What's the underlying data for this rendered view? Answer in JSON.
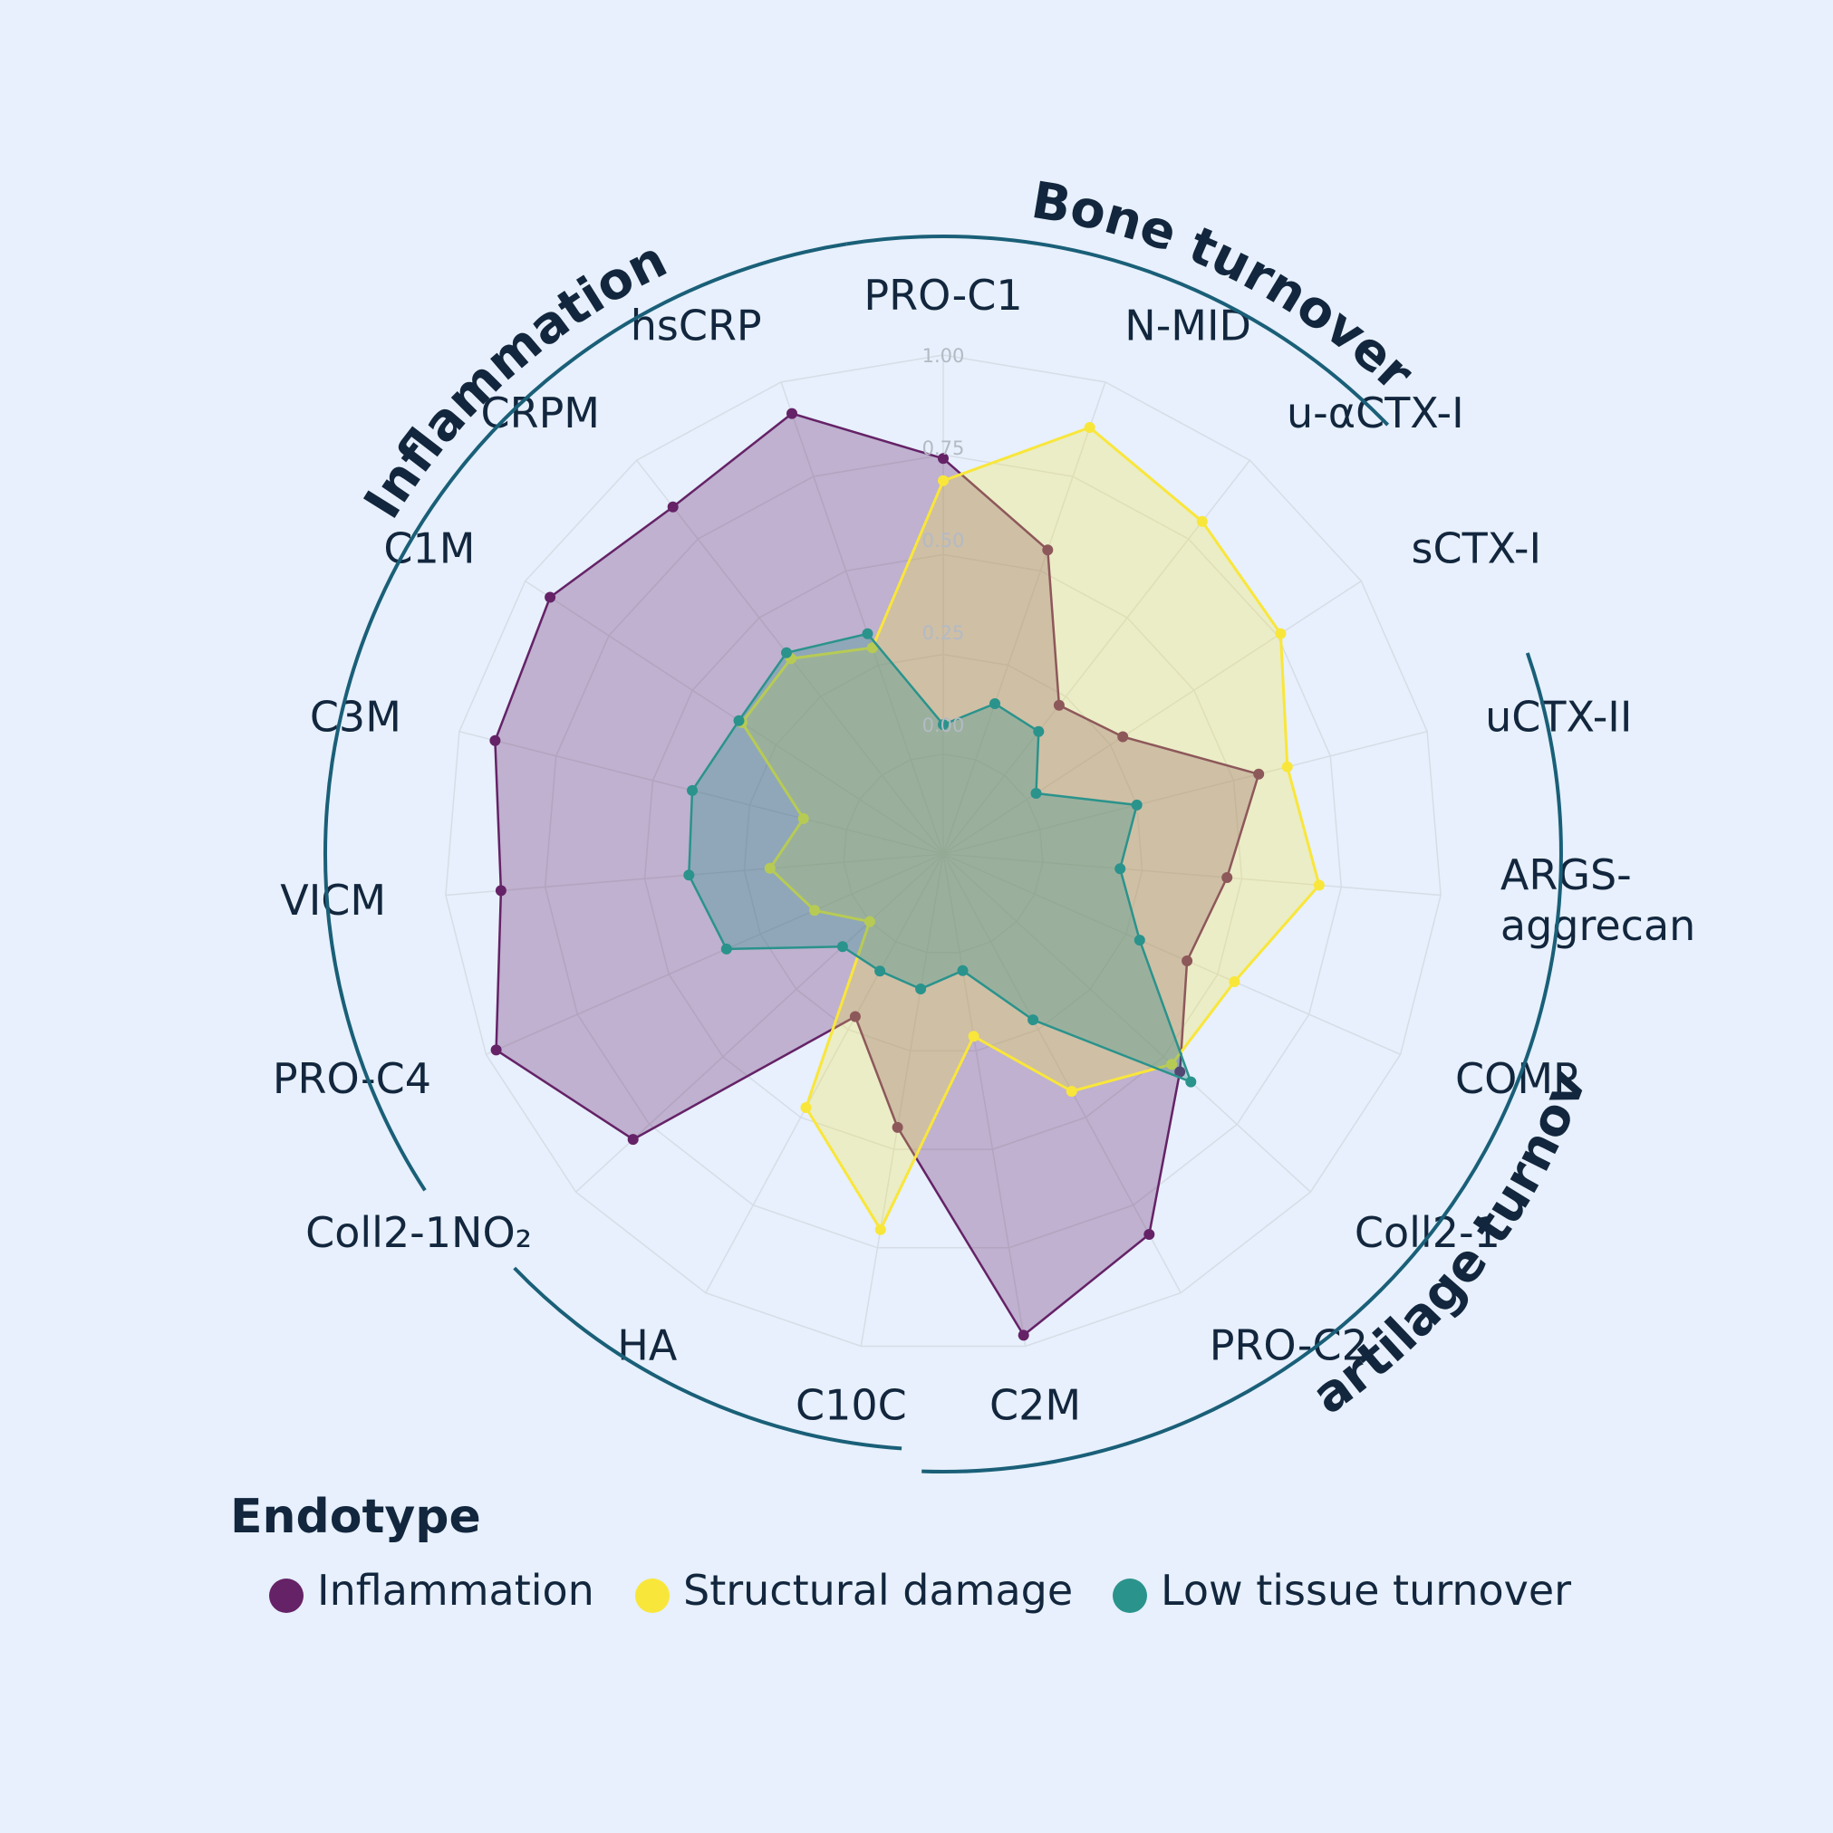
{
  "chart_data": {
    "type": "radar",
    "categories": [
      "PRO-C1",
      "N-MID",
      "u-αCTX-I",
      "sCTX-I",
      "uCTX-II",
      "ARGS-\naggrecan",
      "COMP",
      "Coll2-1",
      "PRO-C2",
      "C2M",
      "C10C",
      "HA",
      "Coll2-1NO₂",
      "PRO-C4",
      "VICM",
      "C3M",
      "C1M",
      "CRPM",
      "hsCRP"
    ],
    "radial_ticks": [
      "0.00",
      "0.25",
      "0.50",
      "0.75",
      "1.00"
    ],
    "rlim": [
      -0.35,
      1.0
    ],
    "legend_title": "Endotype",
    "series": [
      {
        "name": "Inflammation",
        "color": "#652267",
        "values": [
          0.72,
          0.52,
          0.16,
          0.23,
          0.53,
          0.42,
          0.37,
          0.52,
          0.82,
          0.97,
          0.4,
          0.15,
          0.79,
          0.97,
          0.85,
          0.9,
          0.92,
          0.84,
          0.91
        ]
      },
      {
        "name": "Structural damage",
        "color": "#f9e63a",
        "values": [
          0.66,
          0.87,
          0.79,
          0.74,
          0.61,
          0.67,
          0.51,
          0.49,
          0.38,
          0.15,
          0.68,
          0.43,
          -0.08,
          0.03,
          0.12,
          0.04,
          0.3,
          0.32,
          0.24
        ]
      },
      {
        "name": "Low tissue turnover",
        "color": "#2a938c",
        "values": [
          0.0,
          0.08,
          0.07,
          -0.05,
          0.19,
          0.13,
          0.23,
          0.56,
          0.16,
          -0.03,
          0.02,
          0.01,
          0.02,
          0.29,
          0.34,
          0.35,
          0.31,
          0.34,
          0.28
        ]
      }
    ],
    "groups": [
      {
        "label": "Bone turnover"
      },
      {
        "label": "Inflammation"
      },
      {
        "label": "Cartilage turnover"
      }
    ]
  }
}
